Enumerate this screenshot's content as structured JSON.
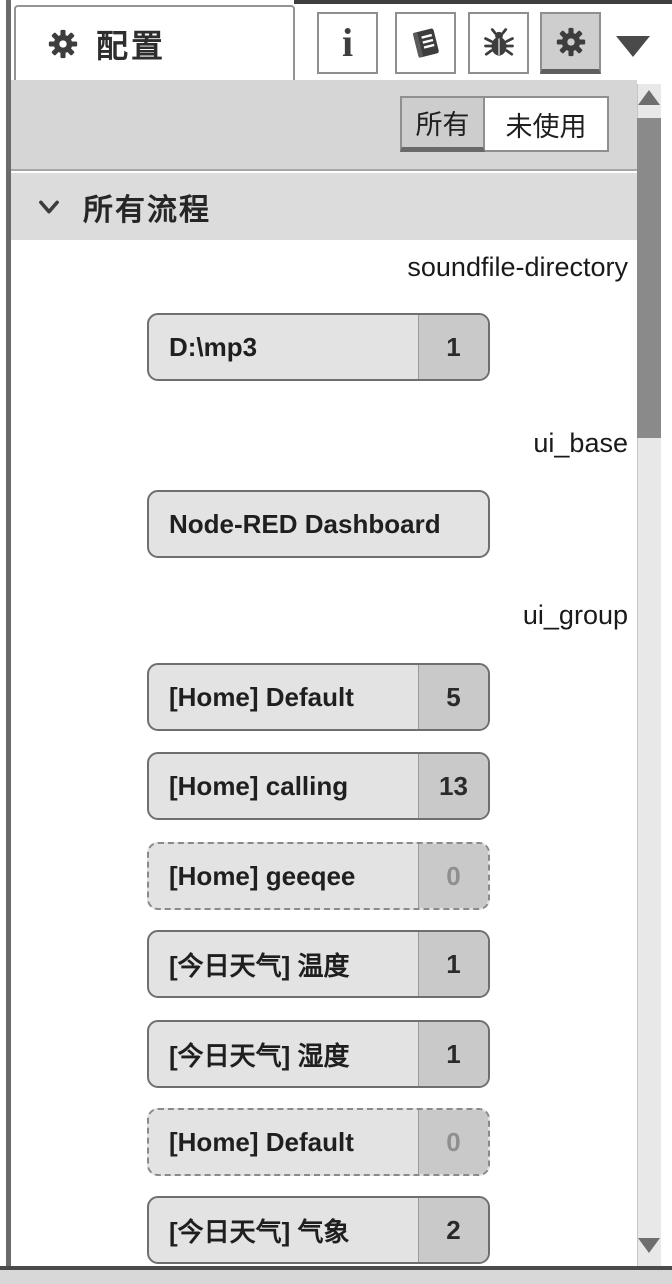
{
  "tab": {
    "label": "配置",
    "icon": "gear-icon"
  },
  "toolbar": {
    "buttons": [
      {
        "name": "info",
        "icon": "info-icon"
      },
      {
        "name": "docs",
        "icon": "book-icon"
      },
      {
        "name": "debug",
        "icon": "bug-icon"
      },
      {
        "name": "config",
        "icon": "gear-icon",
        "active": true
      }
    ],
    "dropdown_icon": "triangle-down-icon"
  },
  "filter": {
    "all_label": "所有",
    "unused_label": "未使用",
    "selected": "所有"
  },
  "section": {
    "title": "所有流程",
    "icon": "chevron-down-icon",
    "expanded": true
  },
  "categories": [
    {
      "name": "soundfile-directory",
      "nodes": [
        {
          "label": "D:\\mp3",
          "count": "1",
          "unused": false
        }
      ]
    },
    {
      "name": "ui_base",
      "nodes": [
        {
          "label": "Node-RED Dashboard",
          "count": null,
          "unused": false
        }
      ]
    },
    {
      "name": "ui_group",
      "nodes": [
        {
          "label": "[Home] Default",
          "count": "5",
          "unused": false
        },
        {
          "label": "[Home] calling",
          "count": "13",
          "unused": false
        },
        {
          "label": "[Home] geeqee",
          "count": "0",
          "unused": true
        },
        {
          "label": "[今日天气] 温度",
          "count": "1",
          "unused": false
        },
        {
          "label": "[今日天气] 湿度",
          "count": "1",
          "unused": false
        },
        {
          "label": "[Home] Default",
          "count": "0",
          "unused": true
        },
        {
          "label": "[今日天气] 气象",
          "count": "2",
          "unused": false
        }
      ]
    }
  ],
  "scrollbar": {
    "up": "triangle-up-icon",
    "down": "triangle-down-icon"
  },
  "colors": {
    "panel_gray": "#d6d6d6",
    "header_gray": "#dcdcdc",
    "node_fill": "#e3e3e3",
    "badge_fill": "#c9c9c9",
    "thumb_gray": "#8a8a8a",
    "dark_line": "#3f3f3f"
  }
}
